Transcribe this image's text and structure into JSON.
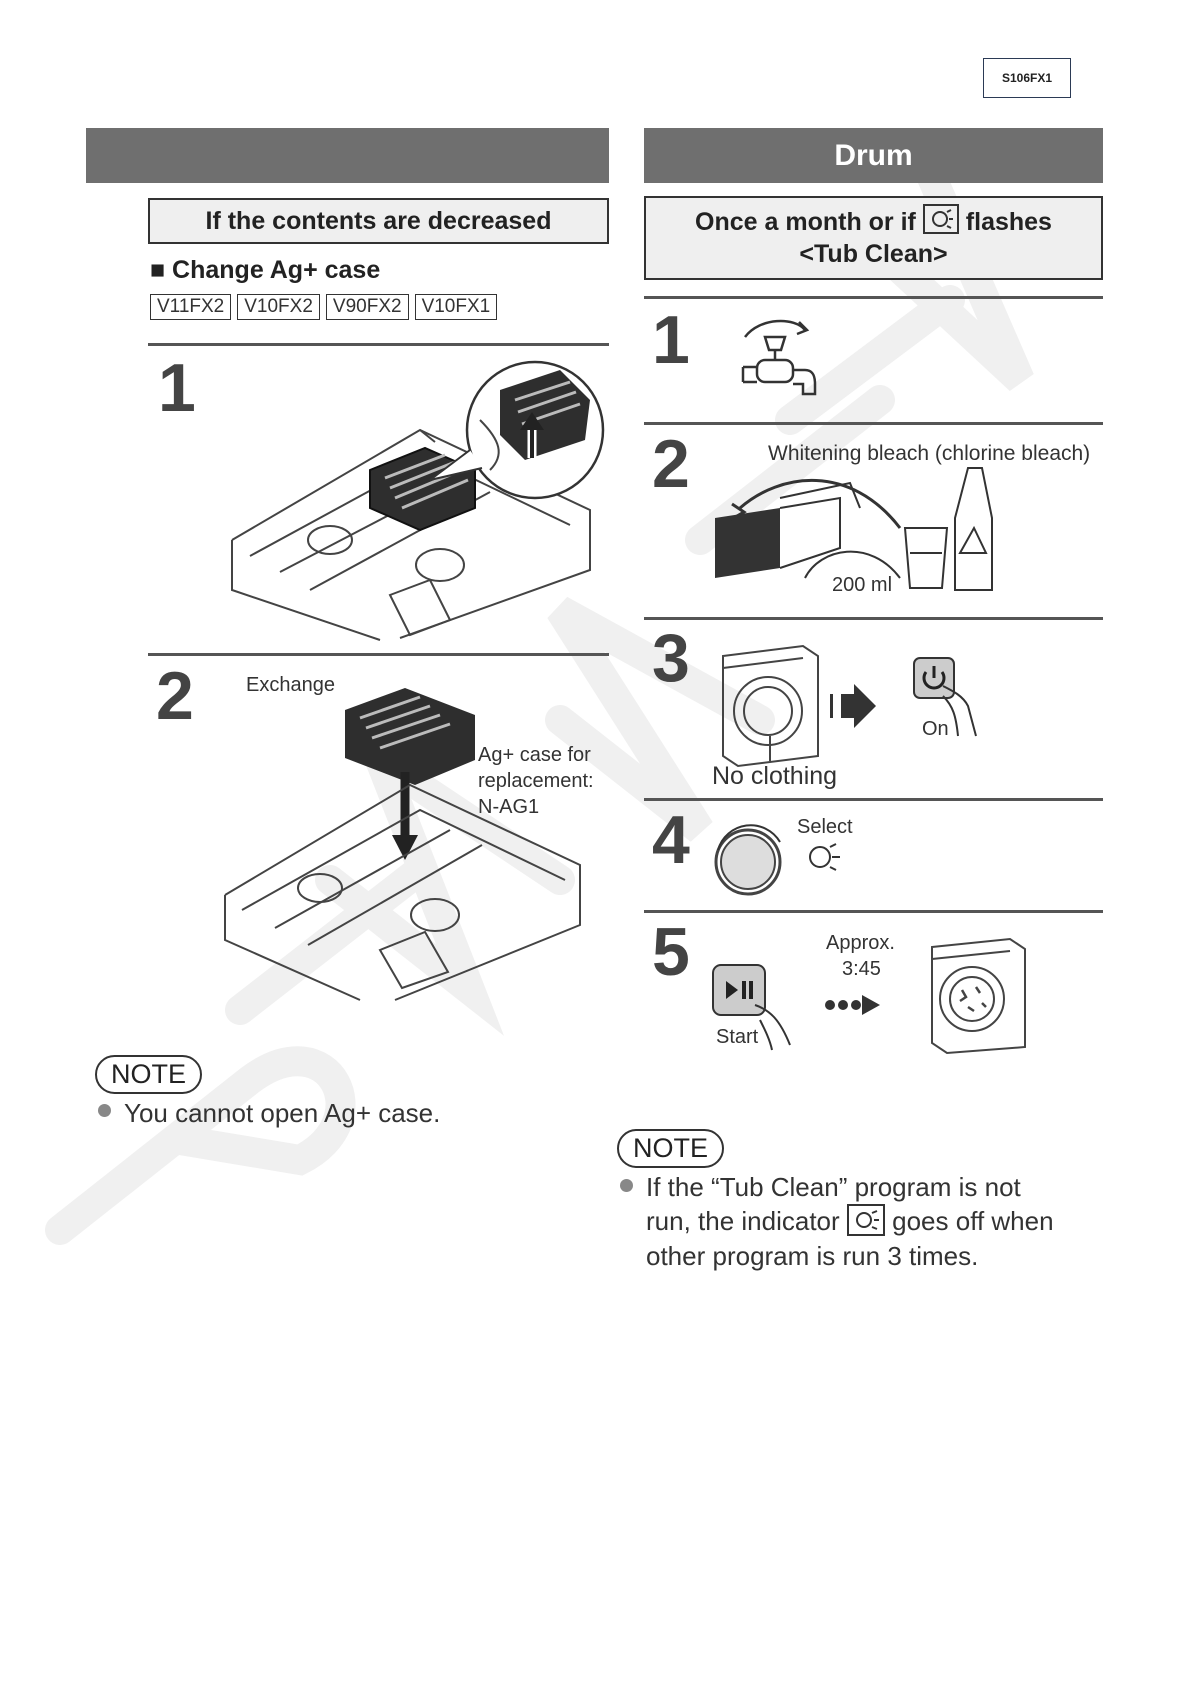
{
  "model_code": "S106FX1",
  "left": {
    "banner_title": "",
    "subheading": "If the contents are decreased",
    "section_title": "■ Change Ag+ case",
    "models": [
      "V11FX2",
      "V10FX2",
      "V90FX2",
      "V10FX1"
    ],
    "steps": [
      {
        "number": "1"
      },
      {
        "number": "2",
        "exchange_label": "Exchange",
        "replacement_label_1": "Ag+ case for",
        "replacement_label_2": "replacement:",
        "replacement_label_3": "N-AG1"
      }
    ],
    "note_label": "NOTE",
    "note_text": "You cannot open Ag+ case."
  },
  "right": {
    "banner_title": "Drum",
    "subheading_line1_a": "Once a month or if",
    "subheading_line1_b": "flashes",
    "subheading_line2": "<Tub Clean>",
    "steps": [
      {
        "number": "1"
      },
      {
        "number": "2",
        "bleach_label": "Whitening bleach (chlorine bleach)",
        "amount_label": "200 ml"
      },
      {
        "number": "3",
        "no_clothing_label": "No clothing",
        "on_label": "On"
      },
      {
        "number": "4",
        "select_label": "Select"
      },
      {
        "number": "5",
        "approx_label": "Approx.",
        "time_label": "3:45",
        "start_label": "Start"
      }
    ],
    "note_label": "NOTE",
    "note_line1": "If the “Tub Clean” program is not",
    "note_line2a": "run, the indicator",
    "note_line2b": "goes off when",
    "note_line3": "other program is run 3 times."
  },
  "icons": [
    "tub-clean-icon",
    "tap-icon",
    "power-icon",
    "play-pause-icon",
    "dial-icon"
  ],
  "colors": {
    "banner": "#6f6f6f",
    "subhead_bg": "#efefef",
    "watermark": "#eeeeee"
  }
}
